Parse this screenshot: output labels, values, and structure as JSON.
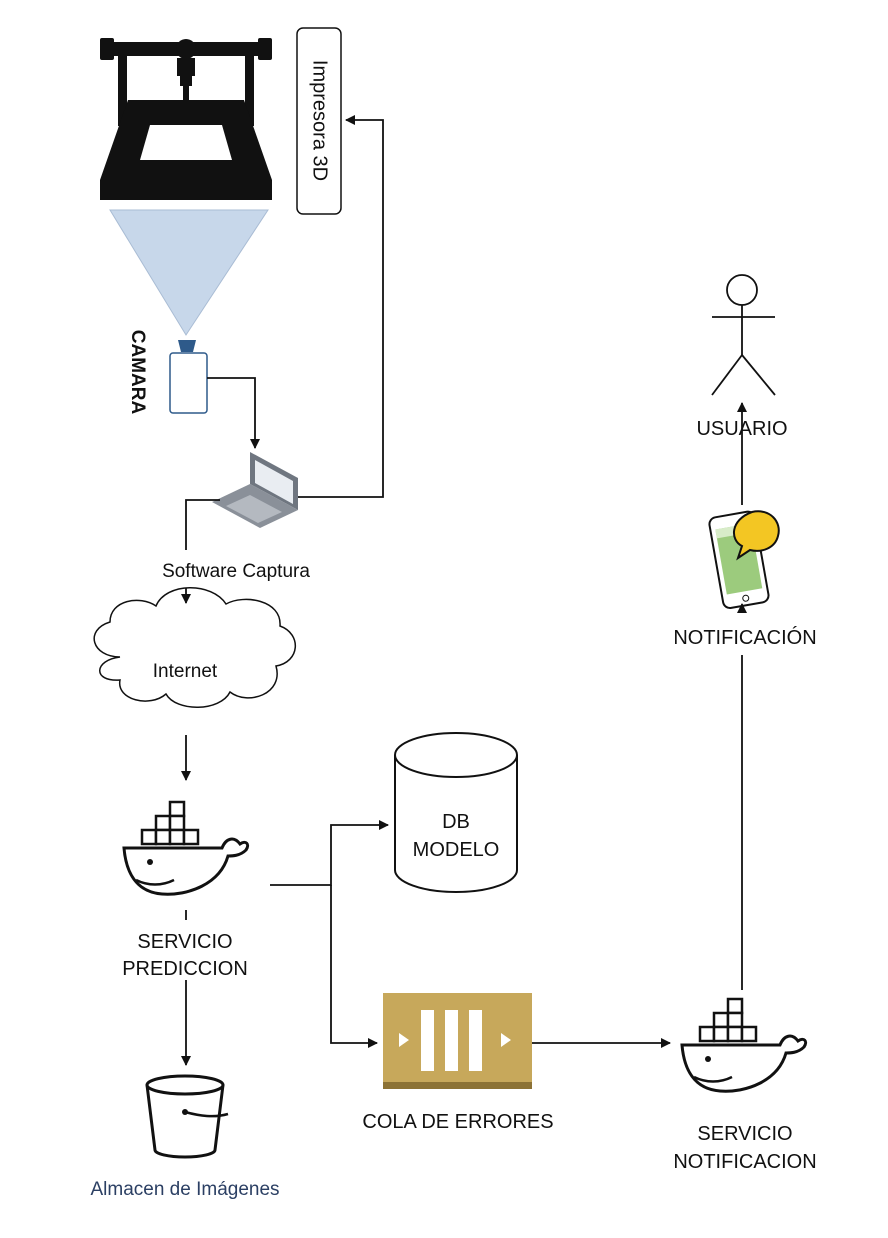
{
  "diagram": {
    "printer_label": "Impresora 3D",
    "camera_label": "CAMARA",
    "capture_label": "Software Captura",
    "cloud_label": "Internet",
    "prediction_label_1": "SERVICIO",
    "prediction_label_2": "PREDICCION",
    "db_label_1": "DB",
    "db_label_2": "MODELO",
    "queue_label": "COLA DE ERRORES",
    "storage_label": "Almacen de Imágenes",
    "notif_service_label_1": "SERVICIO",
    "notif_service_label_2": "NOTIFICACION",
    "notification_label": "NOTIFICACIÓN",
    "user_label": "USUARIO"
  },
  "colors": {
    "line": "#111111",
    "camera_cone": "#c7d7ea",
    "camera_blue": "#2e5a8a",
    "queue_gold": "#c7a85b",
    "storage_text": "#2b3f63",
    "bubble_yellow": "#f3c623",
    "phone_green": "#9ccb7d"
  }
}
